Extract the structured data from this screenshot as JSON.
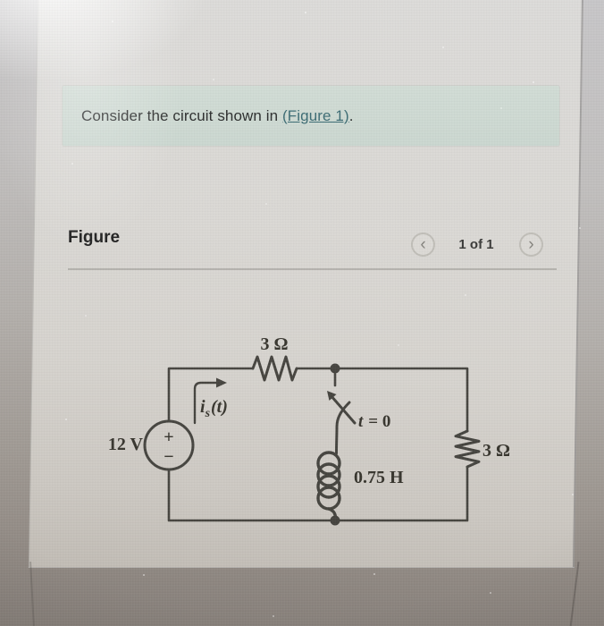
{
  "question": {
    "prefix": "Consider the circuit shown in ",
    "link_text": "(Figure 1)",
    "suffix": "."
  },
  "figure": {
    "title": "Figure",
    "pager": {
      "prev_icon": "‹",
      "page_indicator": "1 of 1",
      "next_icon": "›"
    }
  },
  "circuit": {
    "source_value": "12 V",
    "source_plus": "+",
    "source_minus": "−",
    "top_resistor": "3 Ω",
    "right_resistor": "3 Ω",
    "inductor": "0.75 H",
    "switch_time_var": "t",
    "switch_time_eq": "= 0",
    "current_i": "i",
    "current_sub": "s",
    "current_args": "(t)"
  },
  "colors": {
    "question_box_bg": "#cdd8d1",
    "link_color": "#3e6d75",
    "panel_bg": "#d8d6d2",
    "page_background": "#9b948e",
    "circuit_ink": "#38362f"
  }
}
